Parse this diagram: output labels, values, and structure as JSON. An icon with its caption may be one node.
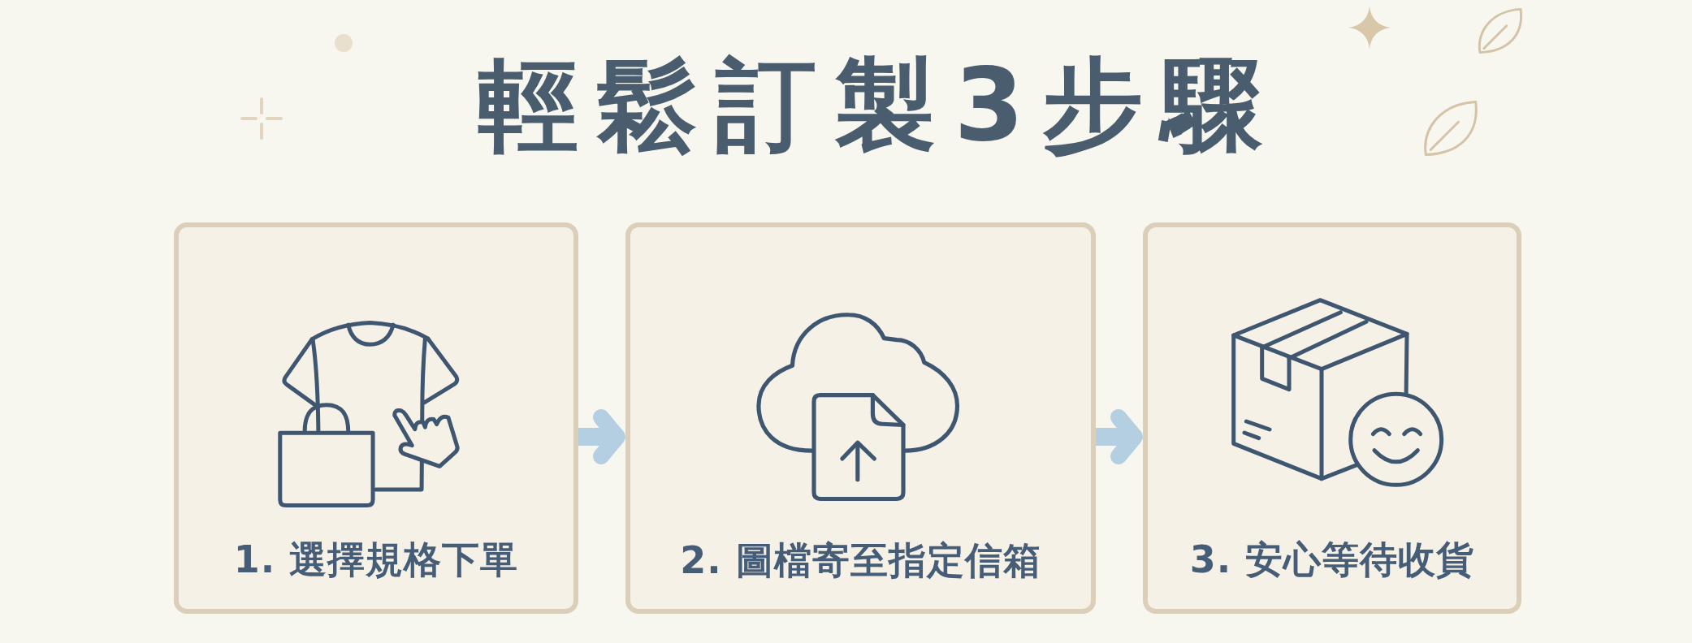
{
  "diagram": {
    "title": "輕鬆訂製3步驟",
    "nodes": [
      {
        "text": [
          "1. 選擇規格下單"
        ]
      },
      {
        "text": [
          "2. 圖檔寄至指定信箱"
        ]
      },
      {
        "text": [
          "3. 安心等待收貨"
        ]
      }
    ],
    "edges": [
      {
        "from": 0,
        "to": 1,
        "arrow": "to"
      },
      {
        "from": 1,
        "to": 2,
        "arrow": "to"
      }
    ]
  }
}
